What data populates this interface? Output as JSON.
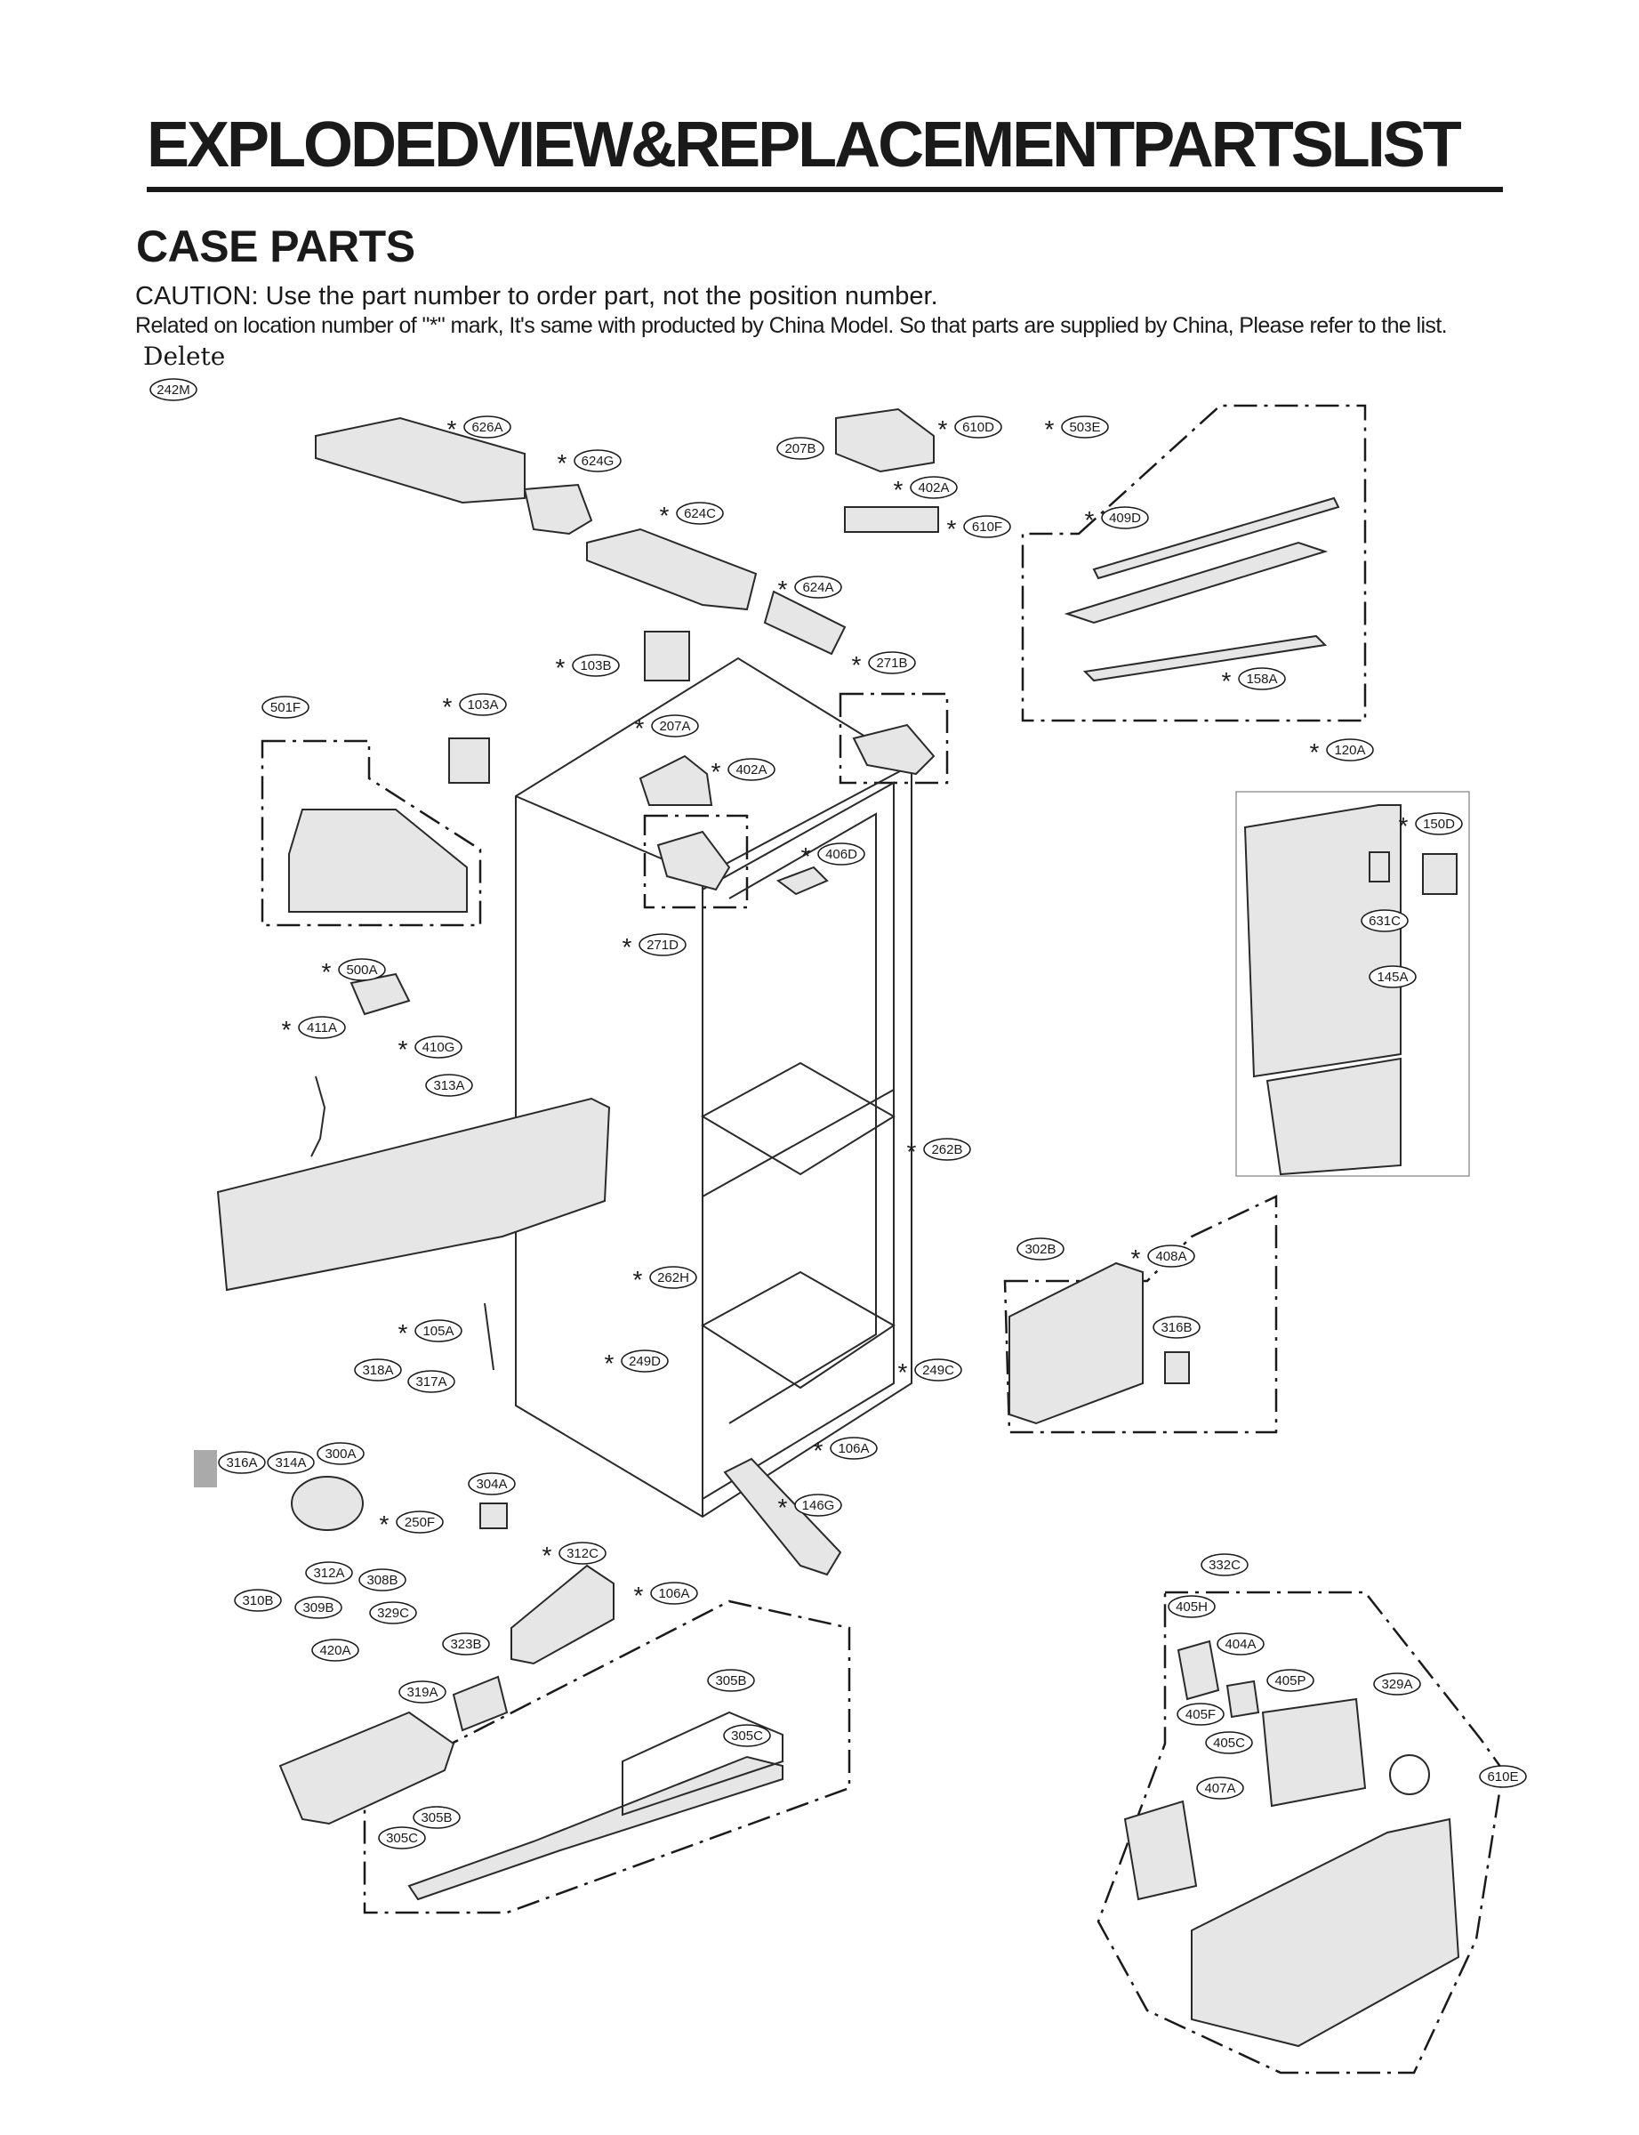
{
  "header": {
    "title": "EXPLODEDVIEW&REPLACEMENTPARTSLIST",
    "subtitle": "CASE PARTS",
    "caution": "CAUTION: Use the part number to order part, not the position number.",
    "related_note": "Related on location number of \"*\" mark, It's same with producted by China Model. So that parts are supplied by China, Please refer to the list.",
    "delete_label": "Delete"
  },
  "star_mark": "*",
  "callouts": [
    {
      "id": "242M",
      "star": false
    },
    {
      "id": "626A",
      "star": true
    },
    {
      "id": "624G",
      "star": true
    },
    {
      "id": "624C",
      "star": true
    },
    {
      "id": "207B",
      "star": false
    },
    {
      "id": "610D",
      "star": true
    },
    {
      "id": "402A",
      "star": true
    },
    {
      "id": "610F",
      "star": true
    },
    {
      "id": "503E",
      "star": true
    },
    {
      "id": "409D",
      "star": true
    },
    {
      "id": "158A",
      "star": true
    },
    {
      "id": "624A",
      "star": true
    },
    {
      "id": "103B",
      "star": true
    },
    {
      "id": "271B",
      "star": true
    },
    {
      "id": "501F",
      "star": false
    },
    {
      "id": "103A",
      "star": true
    },
    {
      "id": "207A",
      "star": true
    },
    {
      "id": "402A",
      "star": true
    },
    {
      "id": "120A",
      "star": true
    },
    {
      "id": "150D",
      "star": true
    },
    {
      "id": "406D",
      "star": true
    },
    {
      "id": "631C",
      "star": false
    },
    {
      "id": "271D",
      "star": true
    },
    {
      "id": "145A",
      "star": false
    },
    {
      "id": "500A",
      "star": true
    },
    {
      "id": "411A",
      "star": true
    },
    {
      "id": "410G",
      "star": true
    },
    {
      "id": "313A",
      "star": false
    },
    {
      "id": "262B",
      "star": true
    },
    {
      "id": "302B",
      "star": false
    },
    {
      "id": "408A",
      "star": true
    },
    {
      "id": "262H",
      "star": true
    },
    {
      "id": "316B",
      "star": false
    },
    {
      "id": "105A",
      "star": true
    },
    {
      "id": "249D",
      "star": true
    },
    {
      "id": "249C",
      "star": true
    },
    {
      "id": "318A",
      "star": false
    },
    {
      "id": "317A",
      "star": false
    },
    {
      "id": "106A",
      "star": true
    },
    {
      "id": "316A",
      "star": false
    },
    {
      "id": "314A",
      "star": false
    },
    {
      "id": "300A",
      "star": false
    },
    {
      "id": "304A",
      "star": false
    },
    {
      "id": "146G",
      "star": true
    },
    {
      "id": "250F",
      "star": true
    },
    {
      "id": "312C",
      "star": true
    },
    {
      "id": "312A",
      "star": false
    },
    {
      "id": "308B",
      "star": false
    },
    {
      "id": "106A",
      "star": true
    },
    {
      "id": "310B",
      "star": false
    },
    {
      "id": "309B",
      "star": false
    },
    {
      "id": "329C",
      "star": false
    },
    {
      "id": "332C",
      "star": false
    },
    {
      "id": "405H",
      "star": false
    },
    {
      "id": "420A",
      "star": false
    },
    {
      "id": "323B",
      "star": false
    },
    {
      "id": "404A",
      "star": false
    },
    {
      "id": "305B",
      "star": false
    },
    {
      "id": "319A",
      "star": false
    },
    {
      "id": "405P",
      "star": false
    },
    {
      "id": "329A",
      "star": false
    },
    {
      "id": "405F",
      "star": false
    },
    {
      "id": "305C",
      "star": false
    },
    {
      "id": "405C",
      "star": false
    },
    {
      "id": "610E",
      "star": false
    },
    {
      "id": "407A",
      "star": false
    },
    {
      "id": "305B",
      "star": false
    },
    {
      "id": "305C",
      "star": false
    }
  ]
}
